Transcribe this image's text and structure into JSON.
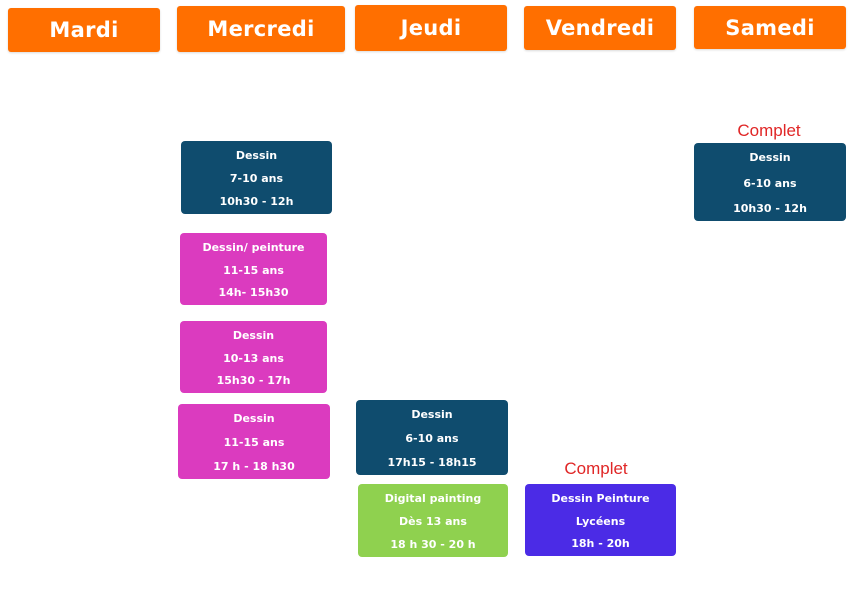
{
  "days": [
    "Mardi",
    "Mercredi",
    "Jeudi",
    "Vendredi",
    "Samedi"
  ],
  "colors": {
    "header": "#ff6f00",
    "navy": "#0f4c6e",
    "pink": "#db3bbf",
    "green": "#8fd14f",
    "purple": "#4b2be6",
    "complet": "#e02626"
  },
  "complet_label": "Complet",
  "sessions": {
    "mercredi": [
      {
        "activity": "Dessin",
        "ages": "7-10 ans",
        "time": "10h30 - 12h"
      },
      {
        "activity": "Dessin/ peinture",
        "ages": "11-15 ans",
        "time": "14h- 15h30"
      },
      {
        "activity": "Dessin",
        "ages": "10-13 ans",
        "time": "15h30 - 17h"
      },
      {
        "activity": "Dessin",
        "ages": "11-15 ans",
        "time": "17 h - 18 h30"
      }
    ],
    "jeudi": [
      {
        "activity": "Dessin",
        "ages": "6-10 ans",
        "time": "17h15 - 18h15"
      },
      {
        "activity": "Digital painting",
        "ages": "Dès 13 ans",
        "time": "18 h 30 - 20 h"
      }
    ],
    "vendredi": [
      {
        "activity": "Dessin Peinture",
        "ages": "Lycéens",
        "time": "18h - 20h"
      }
    ],
    "samedi": [
      {
        "activity": "Dessin",
        "ages": "6-10 ans",
        "time": "10h30 - 12h"
      }
    ]
  }
}
